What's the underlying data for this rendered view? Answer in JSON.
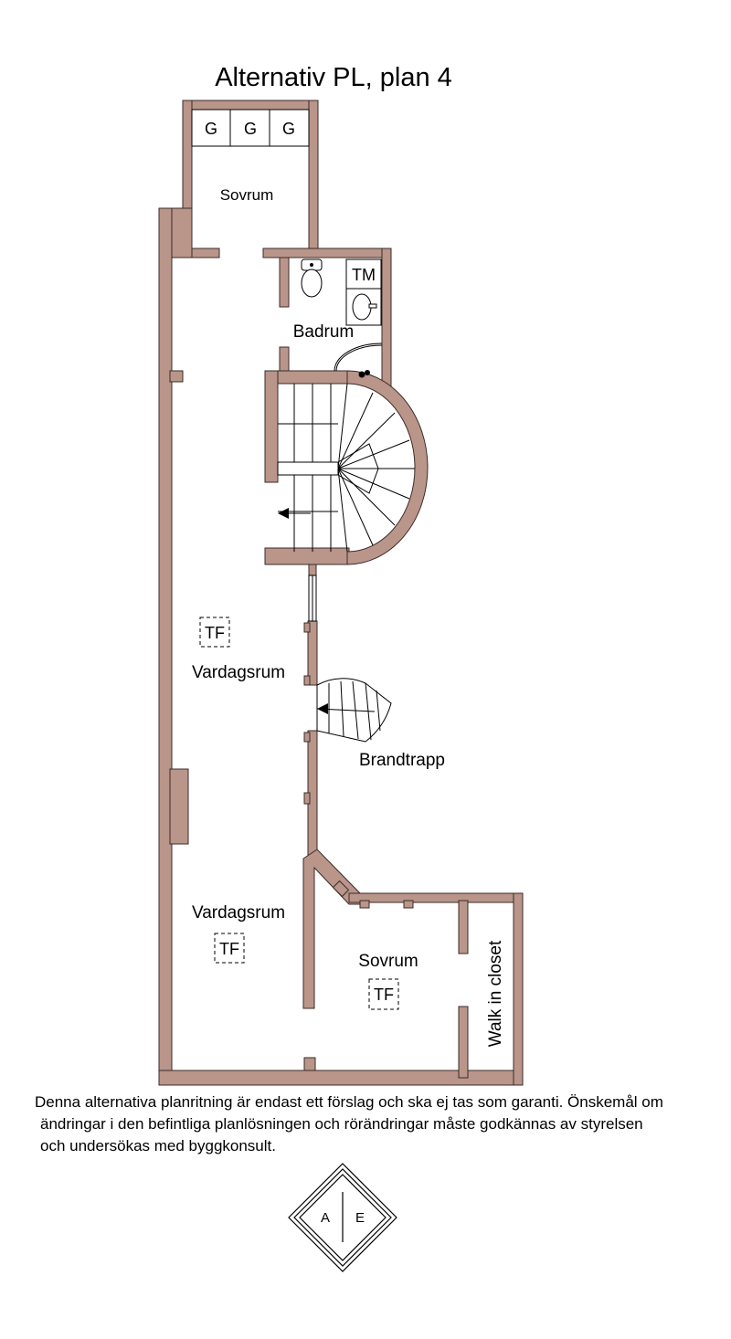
{
  "title": "Alternativ PL, plan 4",
  "colors": {
    "wall": "#b9958a",
    "wall_stroke": "#3a2c28",
    "line": "#000000"
  },
  "rooms": {
    "sovrum_top": "Sovrum",
    "badrum": "Badrum",
    "vardagsrum_upper": "Vardagsrum",
    "vardagsrum_lower": "Vardagsrum",
    "sovrum_bottom": "Sovrum",
    "walk_in_closet": "Walk in closet",
    "brandtrapp": "Brandtrapp"
  },
  "appliances": {
    "g1": "G",
    "g2": "G",
    "g3": "G",
    "tm": "TM",
    "tf1": "TF",
    "tf2": "TF",
    "tf3": "TF"
  },
  "disclaimer": {
    "line1": "Denna alternativa planritning är endast ett förslag och ska ej tas som garanti. Önskemål om",
    "line2": "ändringar i den befintliga planlösningen och rörändringar måste godkännas av styrelsen",
    "line3": "och undersökas med byggkonsult."
  },
  "logo": {
    "left": "A",
    "right": "E"
  }
}
